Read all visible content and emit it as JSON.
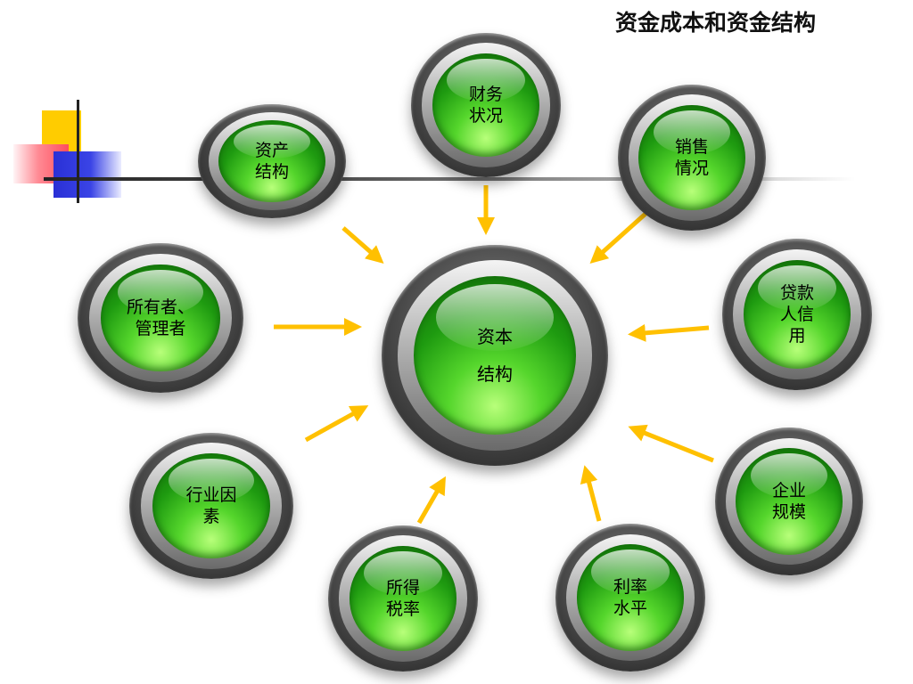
{
  "title": "资金成本和资金结构",
  "colors": {
    "arrow": "#ffc000",
    "button_green": "#2fbf1a",
    "logo_yellow": "#ffcc00",
    "logo_red": "#ff4d5e",
    "logo_blue": "#2a30d6"
  },
  "center": {
    "label": "资本\n结构"
  },
  "factors": [
    {
      "id": "asset-structure",
      "label": "资产\n结构"
    },
    {
      "id": "financial-status",
      "label": "财务\n状况"
    },
    {
      "id": "sales-status",
      "label": "销售\n情况"
    },
    {
      "id": "loan-credit",
      "label": "贷款\n人信\n用"
    },
    {
      "id": "enterprise-scale",
      "label": "企业\n规模"
    },
    {
      "id": "interest-rate",
      "label": "利率\n水平"
    },
    {
      "id": "income-tax-rate",
      "label": "所得\n税率"
    },
    {
      "id": "industry-factors",
      "label": "行业因\n素"
    },
    {
      "id": "owners-managers",
      "label": "所有者、\n管理者"
    }
  ]
}
